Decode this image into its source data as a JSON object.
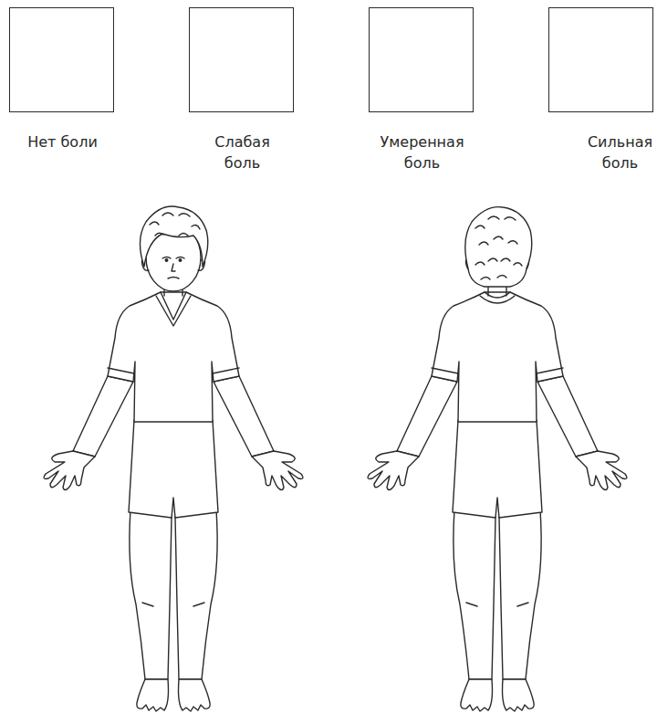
{
  "diagram": {
    "nodes": [
      {
        "text": [
          "Нет боли"
        ]
      },
      {
        "text": [
          "Слабая боль"
        ]
      },
      {
        "text": [
          "Умеренная боль"
        ]
      },
      {
        "text": [
          "Сильная боль"
        ]
      }
    ]
  }
}
